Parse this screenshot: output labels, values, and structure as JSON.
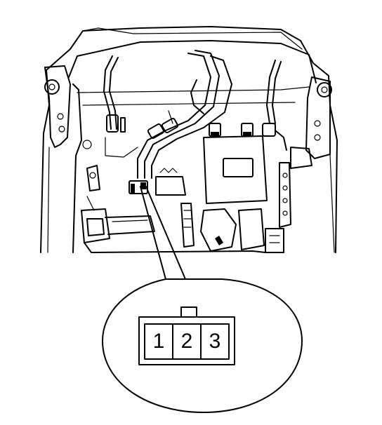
{
  "connector": {
    "pins": [
      "1",
      "2",
      "3"
    ]
  }
}
